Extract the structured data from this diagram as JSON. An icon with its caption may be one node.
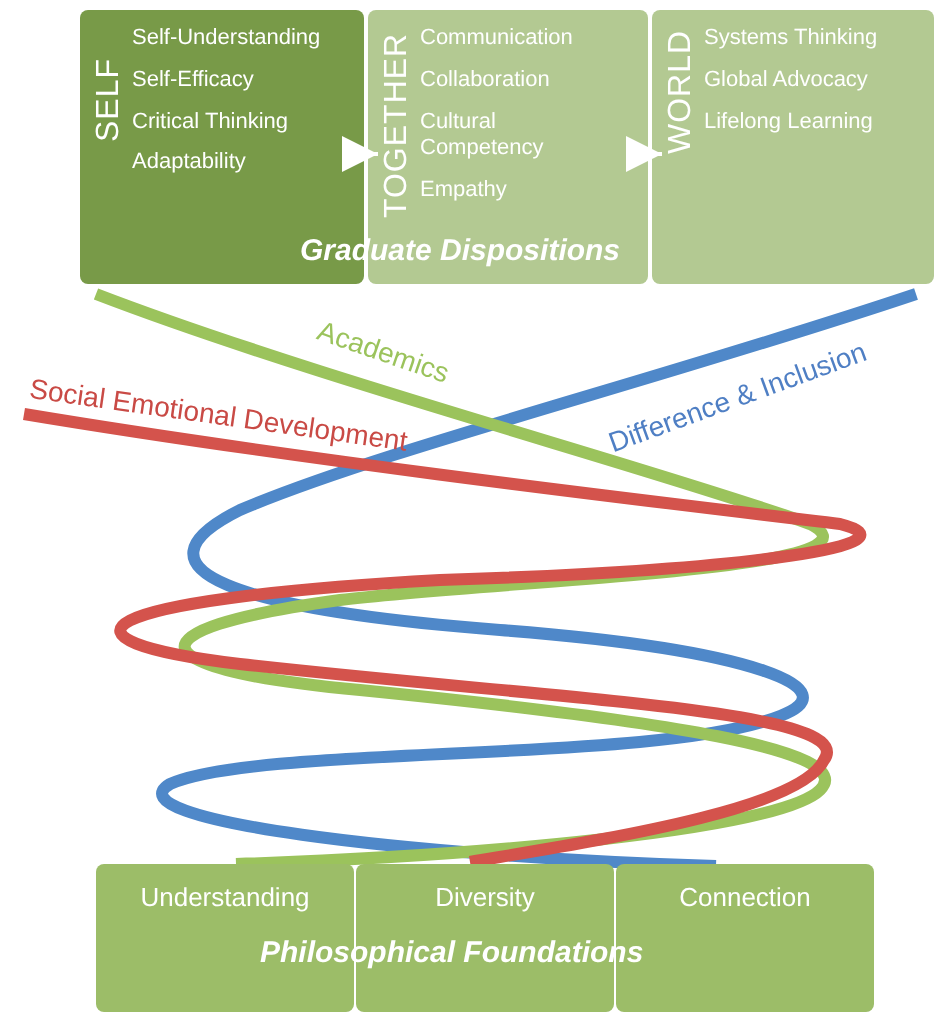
{
  "diagram": {
    "nodes": [
      {
        "text": [
          "SELF",
          "Self-Understanding",
          "Self-Efficacy",
          "Critical Thinking",
          "Adaptability"
        ]
      },
      {
        "text": [
          "TOGETHER",
          "Communication",
          "Collaboration",
          "Cultural Competency",
          "Empathy"
        ]
      },
      {
        "text": [
          "WORLD",
          "Systems Thinking",
          "Global Advocacy",
          "Lifelong Learning"
        ]
      },
      {
        "text": [
          "Understanding"
        ]
      },
      {
        "text": [
          "Diversity"
        ]
      },
      {
        "text": [
          "Connection"
        ]
      }
    ],
    "edges": [
      {
        "from": 0,
        "to": 1,
        "arrow": "to"
      },
      {
        "from": 1,
        "to": 2,
        "arrow": "to"
      }
    ],
    "labels": [
      "Graduate Dispositions",
      "Academics",
      "Difference & Inclusion",
      "Social Emotional Development",
      "Philosophical Foundations"
    ]
  }
}
